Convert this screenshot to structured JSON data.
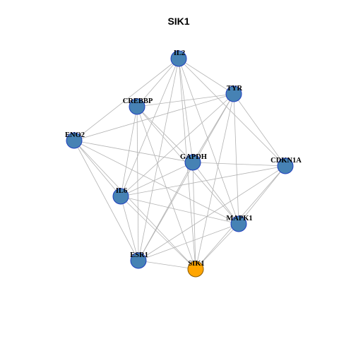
{
  "title": "SIK1",
  "colors": {
    "node_fill": "#4682b4",
    "node_stroke": "#1f3fbf",
    "focus_fill": "#ffa500",
    "focus_stroke": "#8a5a00",
    "edge": "#b3b3b3"
  },
  "nodes": [
    {
      "id": "IL2",
      "label": "IL2",
      "focus": false
    },
    {
      "id": "TYR",
      "label": "TYR",
      "focus": false
    },
    {
      "id": "CREBBP",
      "label": "CREBBP",
      "focus": false
    },
    {
      "id": "ENO2",
      "label": "ENO2",
      "focus": false
    },
    {
      "id": "GAPDH",
      "label": "GAPDH",
      "focus": false
    },
    {
      "id": "CDKN1A",
      "label": "CDKN1A",
      "focus": false
    },
    {
      "id": "IL6",
      "label": "IL6",
      "focus": false
    },
    {
      "id": "MAPK1",
      "label": "MAPK1",
      "focus": false
    },
    {
      "id": "ESR1",
      "label": "ESR1",
      "focus": false
    },
    {
      "id": "SIK1",
      "label": "SIK1",
      "focus": true
    }
  ],
  "edges": [
    [
      "IL2",
      "TYR"
    ],
    [
      "IL2",
      "CREBBP"
    ],
    [
      "IL2",
      "ENO2"
    ],
    [
      "IL2",
      "GAPDH"
    ],
    [
      "IL2",
      "CDKN1A"
    ],
    [
      "IL2",
      "IL6"
    ],
    [
      "IL2",
      "MAPK1"
    ],
    [
      "IL2",
      "ESR1"
    ],
    [
      "IL2",
      "SIK1"
    ],
    [
      "TYR",
      "CREBBP"
    ],
    [
      "TYR",
      "ENO2"
    ],
    [
      "TYR",
      "GAPDH"
    ],
    [
      "TYR",
      "CDKN1A"
    ],
    [
      "TYR",
      "IL6"
    ],
    [
      "TYR",
      "MAPK1"
    ],
    [
      "TYR",
      "ESR1"
    ],
    [
      "TYR",
      "SIK1"
    ],
    [
      "CREBBP",
      "GAPDH"
    ],
    [
      "CREBBP",
      "IL6"
    ],
    [
      "CREBBP",
      "MAPK1"
    ],
    [
      "CREBBP",
      "ESR1"
    ],
    [
      "CREBBP",
      "SIK1"
    ],
    [
      "ENO2",
      "GAPDH"
    ],
    [
      "ENO2",
      "IL6"
    ],
    [
      "ENO2",
      "MAPK1"
    ],
    [
      "ENO2",
      "ESR1"
    ],
    [
      "ENO2",
      "SIK1"
    ],
    [
      "GAPDH",
      "CDKN1A"
    ],
    [
      "GAPDH",
      "IL6"
    ],
    [
      "GAPDH",
      "MAPK1"
    ],
    [
      "GAPDH",
      "ESR1"
    ],
    [
      "GAPDH",
      "SIK1"
    ],
    [
      "CDKN1A",
      "IL6"
    ],
    [
      "CDKN1A",
      "MAPK1"
    ],
    [
      "CDKN1A",
      "ESR1"
    ],
    [
      "CDKN1A",
      "SIK1"
    ],
    [
      "IL6",
      "MAPK1"
    ],
    [
      "IL6",
      "ESR1"
    ],
    [
      "IL6",
      "SIK1"
    ],
    [
      "MAPK1",
      "ESR1"
    ],
    [
      "MAPK1",
      "SIK1"
    ],
    [
      "ESR1",
      "SIK1"
    ]
  ]
}
